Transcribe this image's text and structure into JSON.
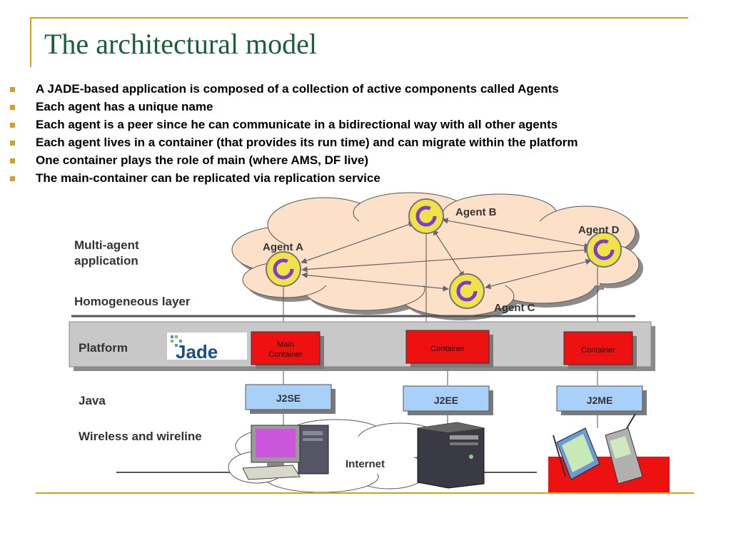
{
  "slide": {
    "title": "The architectural model",
    "bullets": [
      "A JADE-based application is composed of a collection of active components called Agents",
      "Each agent has a unique name",
      "Each agent is a peer since he can communicate in a bidirectional way with all other agents",
      "Each agent lives in a container (that provides its run time) and can migrate within the platform",
      "One container plays the role of main (where AMS, DF live)",
      "The main-container can be replicated via replication service"
    ]
  },
  "diagram": {
    "layers": {
      "multi_agent_line1": "Multi-agent",
      "multi_agent_line2": "application",
      "homogeneous": "Homogeneous layer",
      "platform": "Platform",
      "java": "Java",
      "wireless": "Wireless and wireline"
    },
    "agents": {
      "a": "Agent A",
      "b": "Agent B",
      "c": "Agent C",
      "d": "Agent D"
    },
    "containers": {
      "main_line1": "Main",
      "main_line2": "Container",
      "second": "Container",
      "third": "Container"
    },
    "runtimes": {
      "j2se": "J2SE",
      "j2ee": "J2EE",
      "j2me": "J2ME"
    },
    "internet": "Internet",
    "logo_text": "Jade"
  },
  "colors": {
    "title": "#1b5e3a",
    "accent": "#d4a020",
    "cloud": "#fde0c8",
    "container": "#ee1111",
    "runtime": "#a8d0f8",
    "agent": "#f2e24a"
  }
}
